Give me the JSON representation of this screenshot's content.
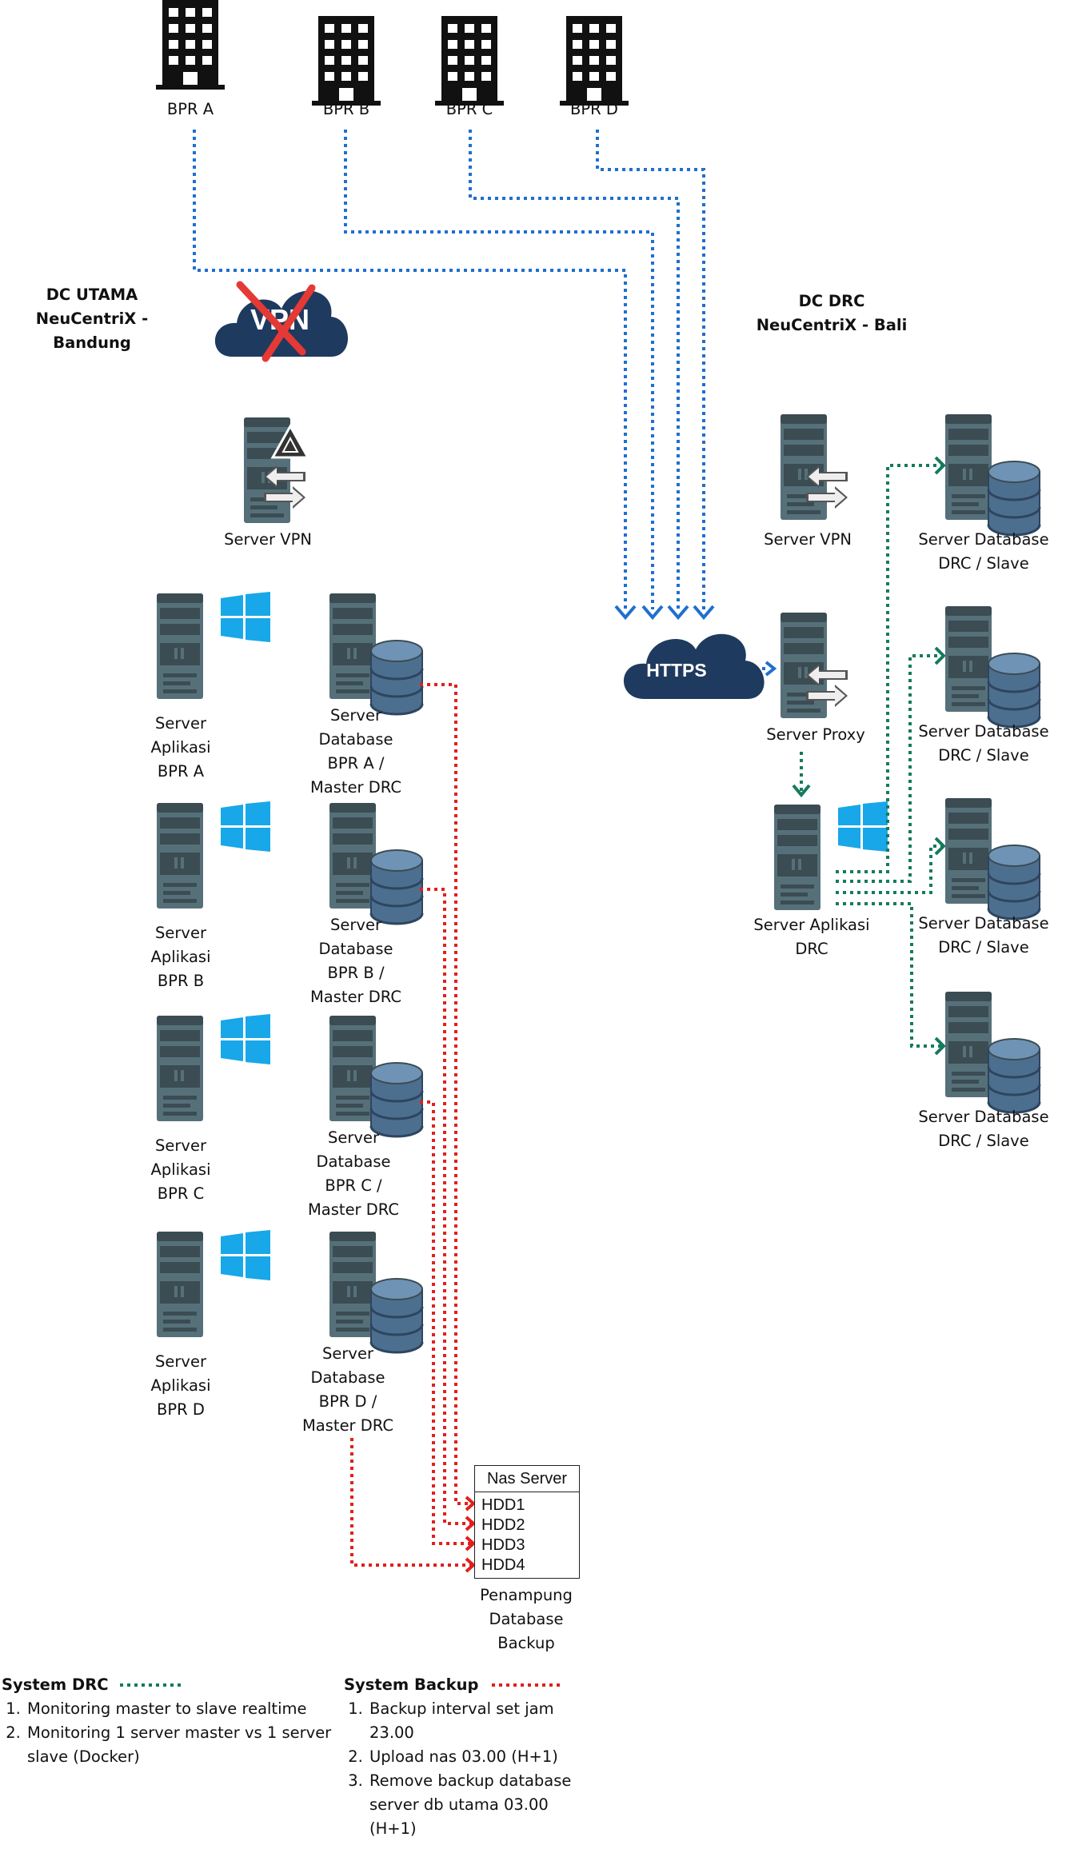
{
  "buildings": [
    "BPR A",
    "BPR B",
    "BPR C",
    "BPR D"
  ],
  "dc_utama": "DC UTAMA\nNeuCentriX -\nBandung",
  "dc_drc": "DC DRC\nNeuCentriX - Bali",
  "vpn_icon_text": "VPN",
  "https_label": "HTTPS",
  "server_vpn_main": "Server VPN",
  "app_servers": [
    "Server\nAplikasi\nBPR A",
    "Server\nAplikasi\nBPR B",
    "Server\nAplikasi\nBPR C",
    "Server\nAplikasi\nBPR D"
  ],
  "db_servers": [
    "Server\nDatabase\nBPR A /\nMaster DRC",
    "Server\nDatabase\nBPR B /\nMaster DRC",
    "Server\nDatabase\nBPR C /\nMaster DRC",
    "Server\nDatabase\nBPR D /\nMaster DRC"
  ],
  "drc_server_vpn": "Server VPN",
  "drc_server_proxy": "Server Proxy",
  "drc_app_server": "Server Aplikasi\nDRC",
  "drc_db_servers": [
    "Server Database\nDRC / Slave",
    "Server Database\nDRC / Slave",
    "Server Database\nDRC / Slave",
    "Server Database\nDRC / Slave"
  ],
  "nas": {
    "title": "Nas Server",
    "hdds": [
      "HDD1",
      "HDD2",
      "HDD3",
      "HDD4"
    ],
    "caption": "Penampung\nDatabase\nBackup"
  },
  "legend_drc": {
    "title": "System DRC",
    "items": [
      "Monitoring master to slave realtime",
      "Monitoring 1 server master vs 1 server slave (Docker)"
    ]
  },
  "legend_backup": {
    "title": "System Backup",
    "items": [
      "Backup interval set jam 23.00",
      "Upload nas 03.00 (H+1)",
      "Remove backup database server db utama 03.00 (H+1)"
    ]
  },
  "colors": {
    "https_line": "#1f6fcf",
    "drc_line": "#167a5e",
    "backup_line": "#e0201c",
    "cloud": "#1f3a5f",
    "server_body": "#56707a",
    "server_dark": "#3b4c53",
    "windows": "#18a7e8",
    "db_disk": "#4d6f8f",
    "vpn_cross": "#e53935"
  }
}
